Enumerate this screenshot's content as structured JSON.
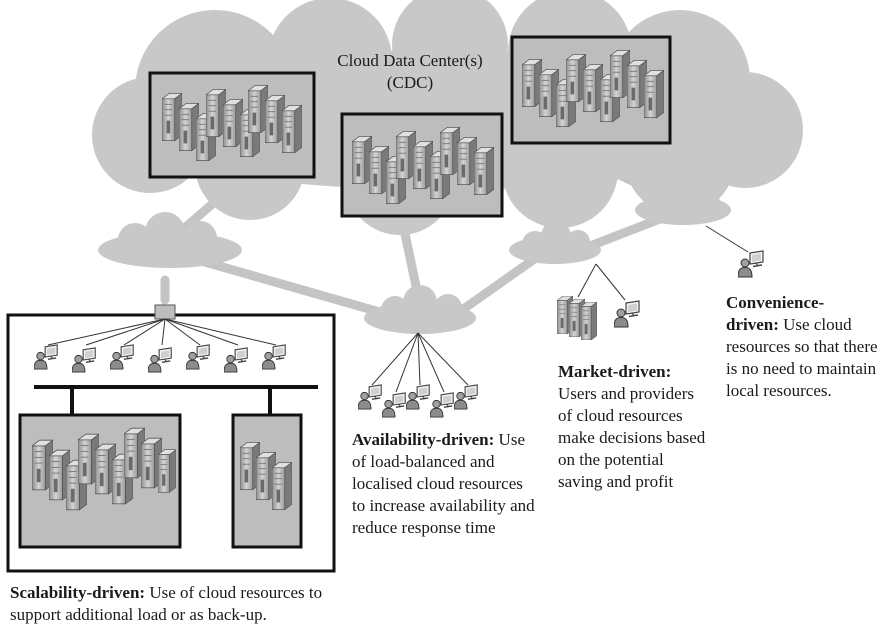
{
  "cloud_label": {
    "line1": "Cloud Data Center(s)",
    "line2": "(CDC)"
  },
  "captions": {
    "availability": {
      "title": "Availability-driven:",
      "body": "Use of load-balanced and localised cloud resources to increase availability and reduce response time"
    },
    "market": {
      "title": "Market-driven:",
      "body": "Users and providers of cloud resources make decisions based on the potential saving and profit"
    },
    "convenience": {
      "title": "Convenience-driven:",
      "title_line1": "Convenience-",
      "title_line2": "driven:",
      "body": "Use cloud resources so that there is no need to maintain local resources."
    },
    "scalability": {
      "title": "Scalability-driven:",
      "body": "Use of cloud resources to support additional load or as back-up."
    }
  },
  "colors": {
    "cloud": "#c8c8c8",
    "link": "#c4c4c4",
    "frame": "#111111",
    "box_fill": "#bdbdbd"
  }
}
